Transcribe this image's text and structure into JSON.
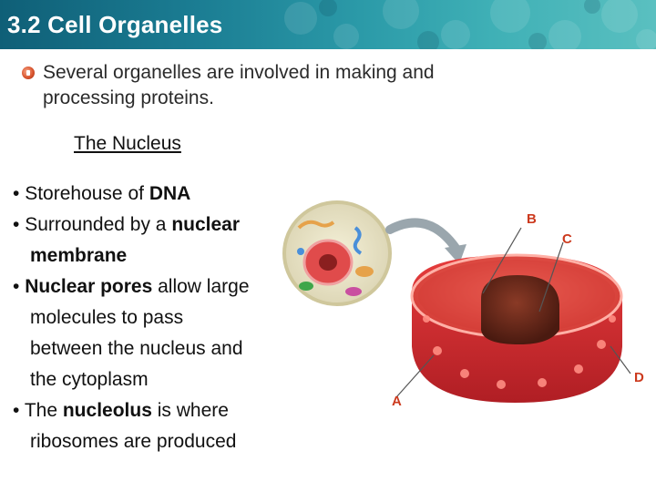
{
  "header": {
    "title": "3.2 Cell Organelles"
  },
  "intro": {
    "line1": "Several organelles are involved in making and",
    "line2": "processing proteins."
  },
  "subheading": "The Nucleus",
  "bullets": [
    {
      "bullet": "•",
      "pre": "Storehouse of",
      "bold": "DNA",
      "post": "",
      "cont": []
    },
    {
      "bullet": "•",
      "pre": "Surrounded by a",
      "bold": "nuclear",
      "post": "",
      "cont": [
        "membrane"
      ]
    },
    {
      "bullet": "•",
      "pre": "",
      "bold": "Nuclear pores",
      "post": "allow large",
      "cont": [
        "molecules to pass",
        "between the nucleus and",
        "the cytoplasm"
      ]
    },
    {
      "bullet": "•",
      "pre": "The",
      "bold": "nucleolus",
      "post": "is where",
      "cont": [
        "ribosomes are produced"
      ]
    }
  ],
  "diagram_labels": {
    "A": "A",
    "B": "B",
    "C": "C",
    "D": "D"
  },
  "colors": {
    "header_start": "#0f5f77",
    "header_end": "#5ac0c0",
    "accent": "#cc3a1e",
    "nucleus_red": "#e3343a"
  }
}
